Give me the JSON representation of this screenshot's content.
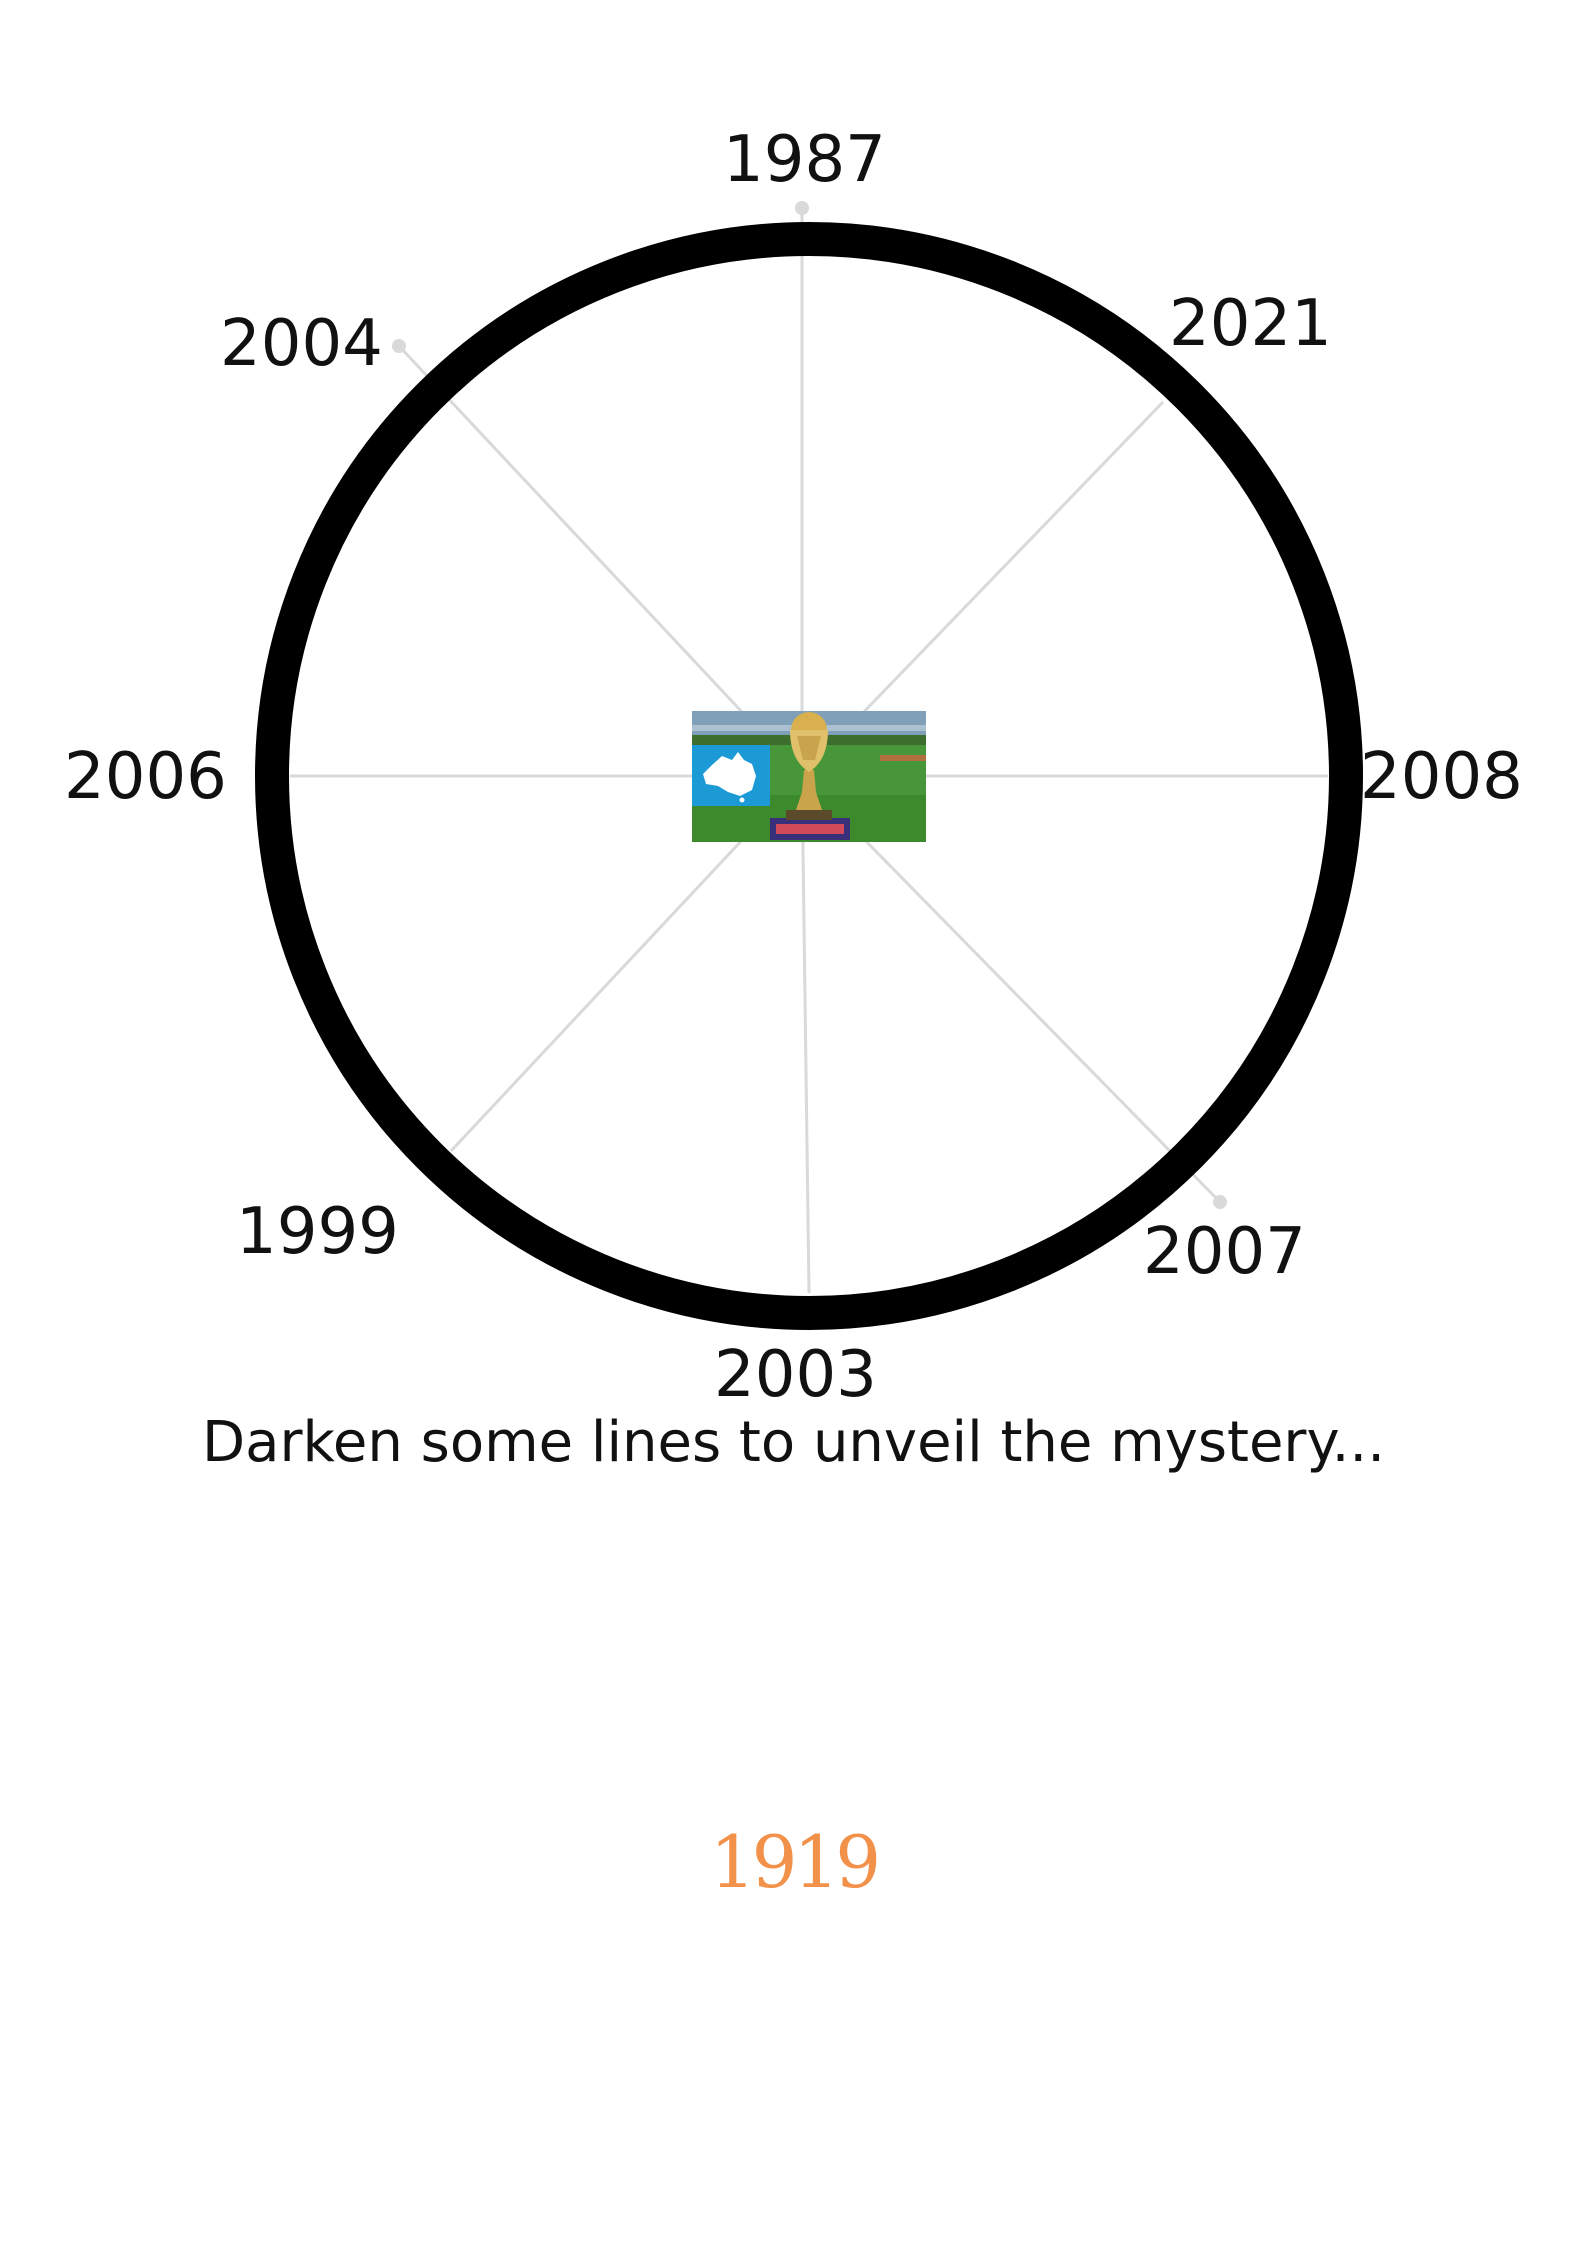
{
  "years": {
    "top": "1987",
    "top_right": "2021",
    "right": "2008",
    "bottom_right": "2007",
    "bottom": "2003",
    "bottom_left": "1999",
    "left": "2006",
    "top_left": "2004"
  },
  "caption": "Darken some lines to unveil the  mystery...",
  "answer": "1919",
  "colors": {
    "ring": "#000000",
    "spokes": "#d9d9d9",
    "answer": "#f2914a",
    "flag_blue": "#1b9ad6",
    "grass": "#3f8f2f"
  },
  "center_image": {
    "icons": [
      "australia-flag-icon",
      "world-cup-trophy-icon",
      "cricket-ground-background"
    ]
  }
}
